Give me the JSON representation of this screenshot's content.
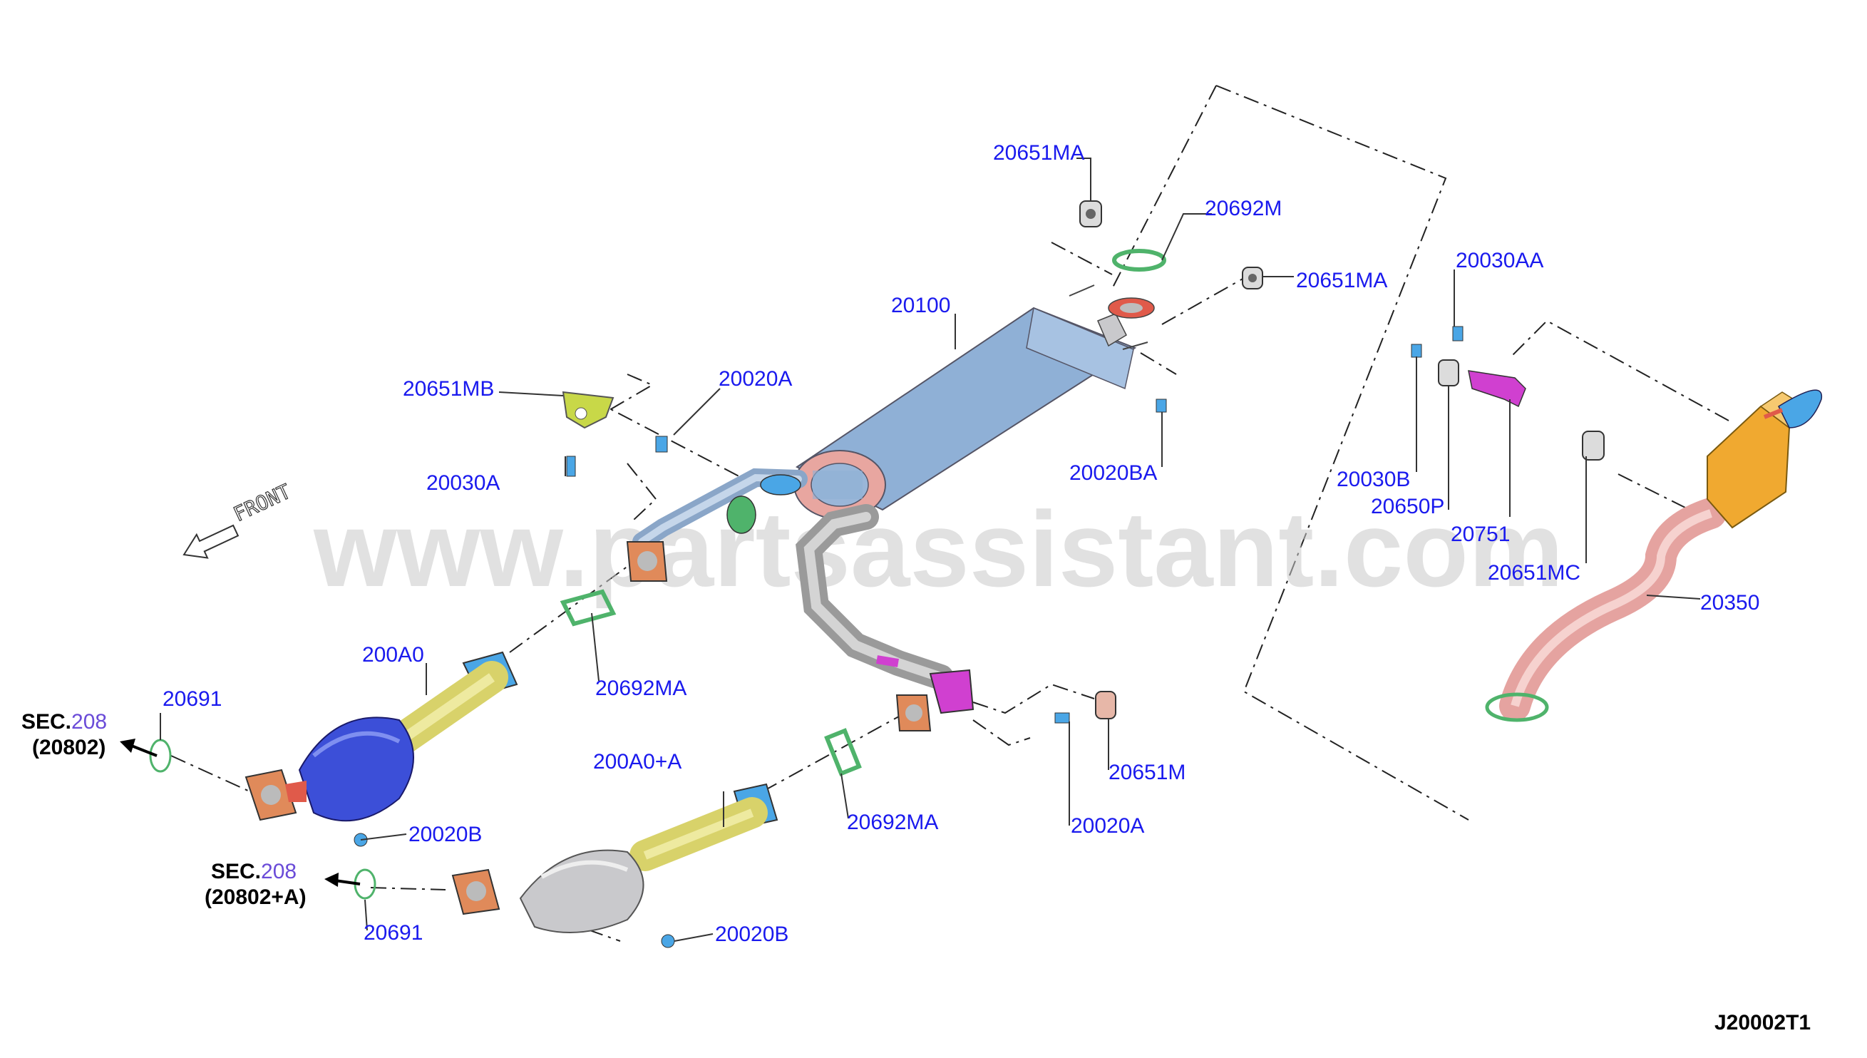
{
  "watermark": "www.partsassistant.com",
  "front_label": "FRONT",
  "diagram_code": "J20002T1",
  "sec_refs": [
    {
      "prefix": "SEC.",
      "number": "208",
      "ref": "(20802)"
    },
    {
      "prefix": "SEC.",
      "number": "208",
      "ref": "(20802+A)"
    }
  ],
  "part_labels": {
    "p20651MA_top": "20651MA",
    "p20692M": "20692M",
    "p20651MA_right": "20651MA",
    "p20100": "20100",
    "p20651MB": "20651MB",
    "p20020A_top": "20020A",
    "p20030A": "20030A",
    "p20020BA": "20020BA",
    "p20030AA": "20030AA",
    "p20030B": "20030B",
    "p20650P": "20650P",
    "p20751": "20751",
    "p20651MC": "20651MC",
    "p20350": "20350",
    "p200A0": "200A0",
    "p20691_top": "20691",
    "p20692MA_top": "20692MA",
    "p20020B_top": "20020B",
    "p200A0A": "200A0+A",
    "p20692MA_bottom": "20692MA",
    "p20651M": "20651M",
    "p20020A_bottom": "20020A",
    "p20691_bottom": "20691",
    "p20020B_bottom": "20020B"
  },
  "colors": {
    "label_blue": "#1a1aee",
    "sec_number": "#6a4bd8",
    "muffler": "#8fb0d6",
    "gasket_green": "#4fb36b",
    "flange_orange": "#e08a5a",
    "cat_blue": "#3c4fd8",
    "cat_silver": "#c9c9cc",
    "pipe_yellow": "#d8d26a",
    "tail_pipe": "#e5a3a0",
    "tail_muffler": "#f0a930",
    "tip_blue": "#4aa6e6",
    "hanger_magenta": "#d040d0"
  }
}
